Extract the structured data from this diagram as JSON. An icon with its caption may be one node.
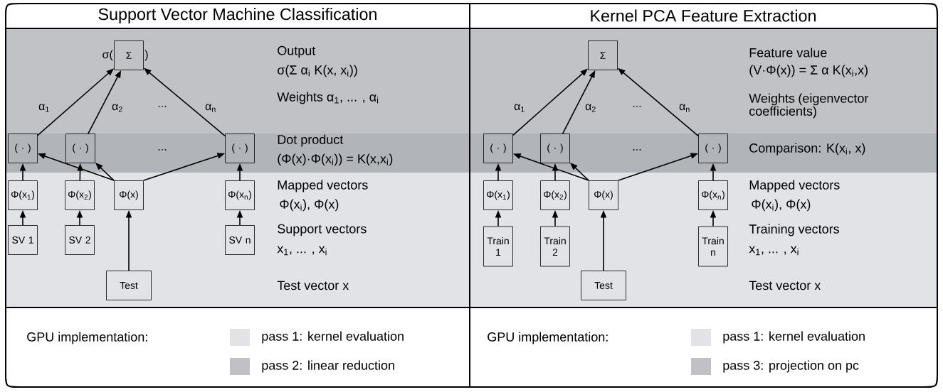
{
  "diagram": {
    "nodes": [
      {
        "text": [
          "Support Vector Machine Classification"
        ]
      },
      {
        "text": [
          "Σ"
        ],
        "beside": [
          "σ(",
          ")"
        ],
        "in": 0
      },
      {
        "text": [
          "( · )"
        ],
        "in": 0
      },
      {
        "text": [
          "( · )"
        ],
        "in": 0
      },
      {
        "text": [
          "( · )"
        ],
        "in": 0
      },
      {
        "text": [
          "Φ(x$_{1}$)"
        ],
        "in": 0
      },
      {
        "text": [
          "Φ(x$_{2}$)"
        ],
        "in": 0
      },
      {
        "text": [
          "Φ(x)"
        ],
        "in": 0
      },
      {
        "text": [
          "Φ(x$_{n}$)"
        ],
        "in": 0
      },
      {
        "text": [
          "SV 1"
        ],
        "in": 0
      },
      {
        "text": [
          "SV 2"
        ],
        "in": 0
      },
      {
        "text": [
          "SV n"
        ],
        "in": 0
      },
      {
        "text": [
          "Test"
        ],
        "in": 0
      },
      {
        "text": [
          "Kernel PCA Feature Extraction"
        ]
      },
      {
        "text": [
          "Σ"
        ],
        "in": 13
      },
      {
        "text": [
          "( · )"
        ],
        "in": 13
      },
      {
        "text": [
          "( · )"
        ],
        "in": 13
      },
      {
        "text": [
          "( · )"
        ],
        "in": 13
      },
      {
        "text": [
          "Φ(x$_{1}$)"
        ],
        "in": 13
      },
      {
        "text": [
          "Φ(x$_{2}$)"
        ],
        "in": 13
      },
      {
        "text": [
          "Φ(x)"
        ],
        "in": 13
      },
      {
        "text": [
          "Φ(x$_{n}$)"
        ],
        "in": 13
      },
      {
        "text": [
          "Train 1"
        ],
        "in": 13
      },
      {
        "text": [
          "Train 2"
        ],
        "in": 13
      },
      {
        "text": [
          "Train n"
        ],
        "in": 13
      },
      {
        "text": [
          "Test"
        ],
        "in": 13
      }
    ],
    "edges": [
      {
        "from": 2,
        "to": 1,
        "arrow": "to",
        "label": "α$_{1}$"
      },
      {
        "from": 3,
        "to": 1,
        "arrow": "to",
        "label": "α$_{2}$"
      },
      {
        "from": 4,
        "to": 1,
        "arrow": "to",
        "label": "α$_{n}$"
      },
      {
        "from": 5,
        "to": 2,
        "arrow": "to"
      },
      {
        "from": 6,
        "to": 3,
        "arrow": "to"
      },
      {
        "from": 8,
        "to": 4,
        "arrow": "to"
      },
      {
        "from": 7,
        "to": 2,
        "arrow": "to"
      },
      {
        "from": 7,
        "to": 3,
        "arrow": "to"
      },
      {
        "from": 7,
        "to": 4,
        "arrow": "to"
      },
      {
        "from": 9,
        "to": 5,
        "arrow": "to"
      },
      {
        "from": 10,
        "to": 6,
        "arrow": "to"
      },
      {
        "from": 11,
        "to": 8,
        "arrow": "to"
      },
      {
        "from": 12,
        "to": 7,
        "arrow": "to"
      },
      {
        "from": 15,
        "to": 14,
        "arrow": "to",
        "label": "α$_{1}$"
      },
      {
        "from": 16,
        "to": 14,
        "arrow": "to",
        "label": "α$_{2}$"
      },
      {
        "from": 17,
        "to": 14,
        "arrow": "to",
        "label": "α$_{n}$"
      },
      {
        "from": 18,
        "to": 15,
        "arrow": "to"
      },
      {
        "from": 19,
        "to": 16,
        "arrow": "to"
      },
      {
        "from": 21,
        "to": 17,
        "arrow": "to"
      },
      {
        "from": 20,
        "to": 15,
        "arrow": "to"
      },
      {
        "from": 20,
        "to": 16,
        "arrow": "to"
      },
      {
        "from": 20,
        "to": 17,
        "arrow": "to"
      },
      {
        "from": 22,
        "to": 18,
        "arrow": "to"
      },
      {
        "from": 23,
        "to": 19,
        "arrow": "to"
      },
      {
        "from": 24,
        "to": 21,
        "arrow": "to"
      },
      {
        "from": 25,
        "to": 20,
        "arrow": "to"
      }
    ],
    "labels": [
      "...",
      "...",
      "Output",
      "σ(Σ α$_{i}$ K(x, x$_{i}$))",
      "Weights  α$_{1}$, ... , α$_{i}$",
      "Dot product",
      "(Φ(x)·Φ(x$_{i}$)) = K(x,x$_{i}$)",
      "Mapped vectors",
      "Φ(x$_{i}$), Φ(x)",
      "Support vectors",
      "x$_{1}$, ... , x$_{i}$",
      "Test vector x",
      "GPU implementation:",
      "...",
      "...",
      "Feature value",
      "(V·Φ(x)) = Σ α K(x$_{i}$,x)",
      "Weights (eigenvector coefficients)",
      "Comparison: K(x$_{i}$, x)",
      "Mapped vectors",
      "Φ(x$_{i}$), Φ(x)",
      "Training vectors",
      "x$_{1}$, ... , x$_{i}$",
      "Test vector x",
      "GPU implementation:"
    ],
    "legend": [
      {
        "text": "pass 1: kernel evaluation",
        "color": "#e1e3e6"
      },
      {
        "text": "pass 2: linear reduction",
        "color": "#bfc1c5"
      },
      {
        "text": "pass 1: kernel evaluation",
        "color": "#e1e3e6"
      },
      {
        "text": "pass 3: projection on pc",
        "color": "#bfc1c5"
      }
    ]
  }
}
